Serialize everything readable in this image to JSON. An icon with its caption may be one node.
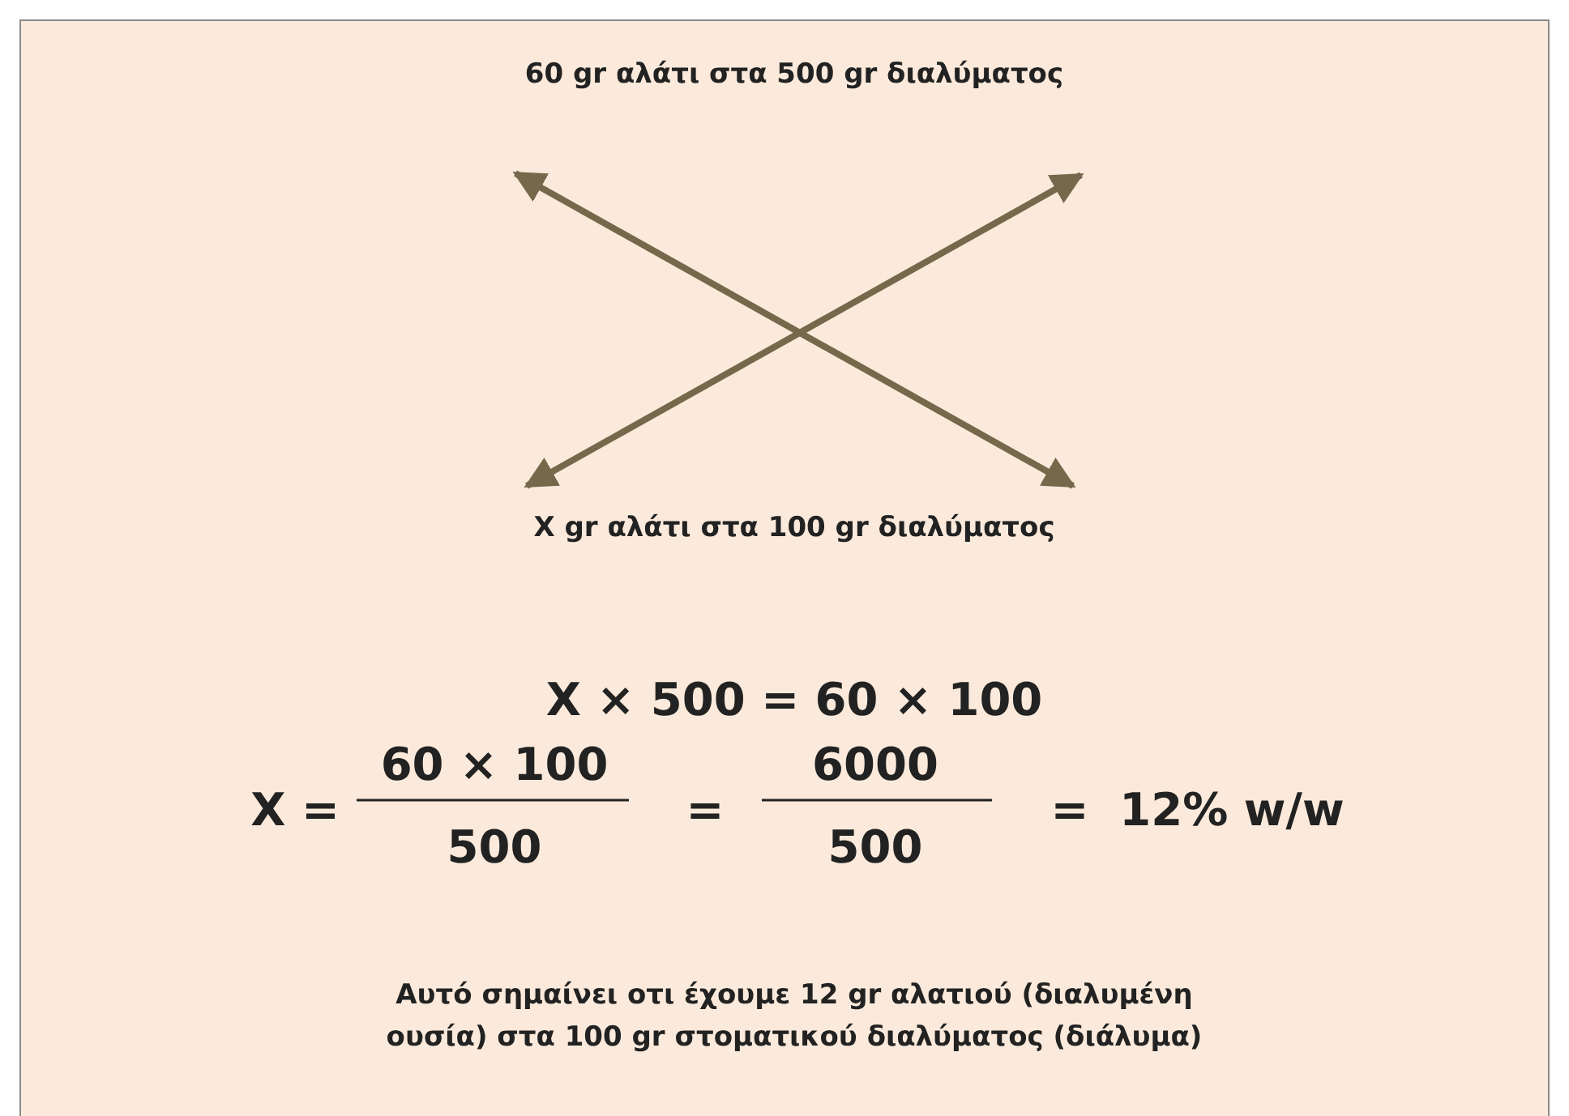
{
  "diagram": {
    "labels": [
      "60 gr αλάτι στα 500 gr διαλύματος",
      "X gr αλάτι στα 100 gr διαλύματος",
      "X × 500 = 60 × 100",
      "X =",
      "60 × 100",
      "500",
      "=",
      "6000",
      "500",
      "=",
      "12% w/w",
      "Αυτό σημαίνει οτι έχουμε 12 gr αλατιού (διαλυμένη ουσία) στα 100 gr στοματικού διαλύματος (διάλυμα)"
    ]
  }
}
